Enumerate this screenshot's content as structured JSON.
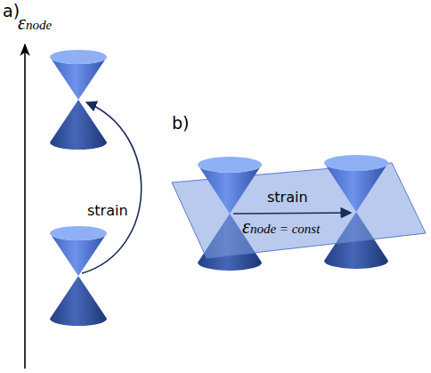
{
  "diagram": {
    "labels": [
      "a)",
      "εnode",
      "strain",
      "b)",
      "strain",
      "εnode = const"
    ]
  }
}
